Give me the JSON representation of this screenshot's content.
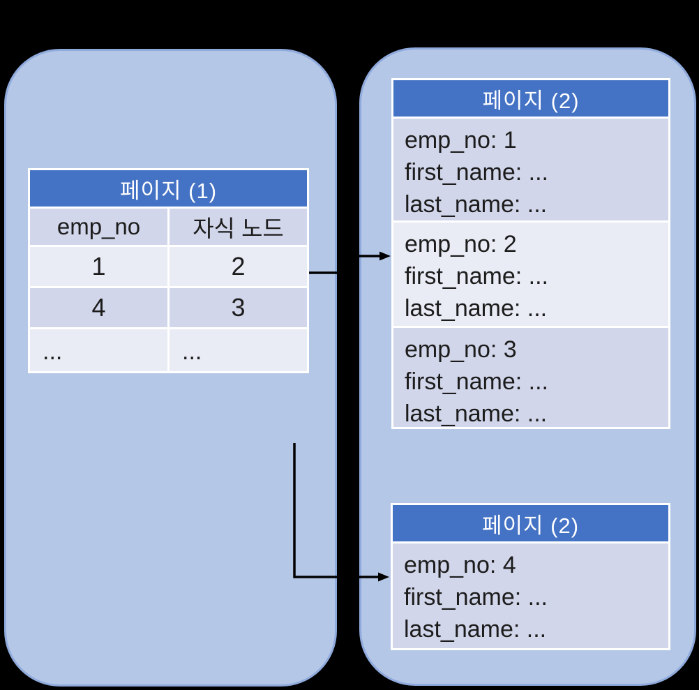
{
  "diagram": {
    "background": "#000000",
    "panel_fill": "#B5C7E7",
    "panel_border": "#8FAADC",
    "header_fill": "#4472C4",
    "header_text_color": "#FFFFFF",
    "row_light": "#E9EBF5",
    "row_dark": "#D2D6EA",
    "text_color": "#1C1C1C",
    "connector_color": "#000000"
  },
  "page1_table": {
    "title": "페이지 (1)",
    "columns": [
      "emp_no",
      "자식 노드"
    ],
    "rows": [
      [
        "1",
        "2"
      ],
      [
        "4",
        "3"
      ],
      [
        "...",
        "..."
      ]
    ]
  },
  "page2_table_top": {
    "title": "페이지 (2)",
    "records": [
      [
        "emp_no: 1",
        "first_name: ...",
        "last_name: ..."
      ],
      [
        "emp_no: 2",
        "first_name: ...",
        "last_name: ..."
      ],
      [
        "emp_no: 3",
        "first_name: ...",
        "last_name: ..."
      ]
    ]
  },
  "page2_table_bottom": {
    "title": "페이지 (2)",
    "records": [
      [
        "emp_no: 4",
        "first_name: ...",
        "last_name: ..."
      ]
    ]
  }
}
